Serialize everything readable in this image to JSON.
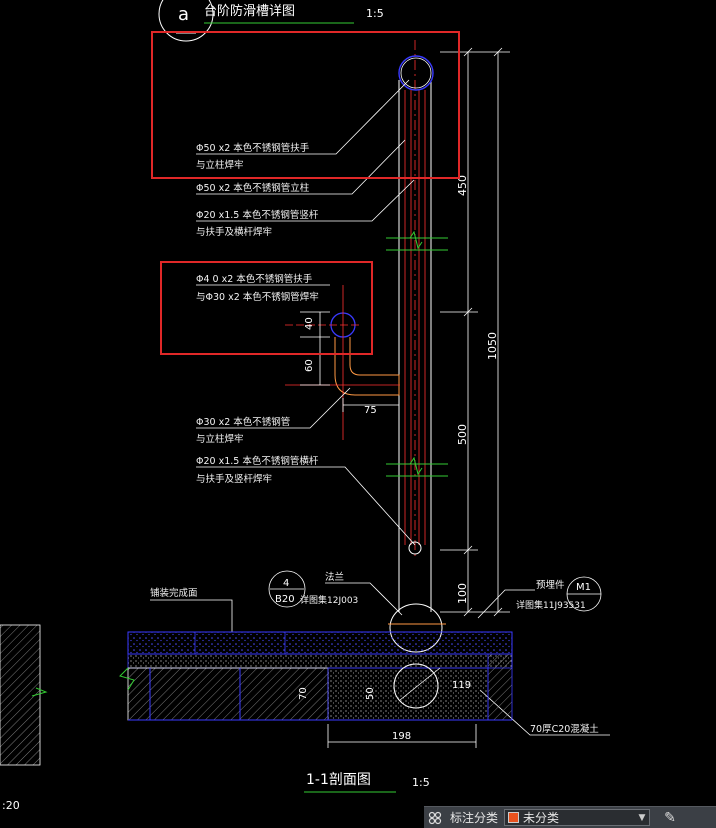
{
  "drawing": {
    "title": "台阶防滑槽详图",
    "title_scale": "1:5",
    "title_circle": "a",
    "section_title": "1-1剖面图",
    "section_scale": "1:5",
    "left_scale_fragment": ":20",
    "annotations": {
      "handrail_1": "Φ50 x2 本色不锈钢管扶手",
      "handrail_1b": "与立柱焊牢",
      "post": "Φ50 x2 本色不锈钢管立柱",
      "rail_1": "Φ20 x1.5 本色不锈钢管竖杆",
      "rail_1b": "与扶手及横杆焊牢",
      "handrail_2": "Φ4 0 x2 本色不锈钢管扶手",
      "handrail_2b": "与Φ30 x2 本色不锈钢管焊牢",
      "pipe_30": "Φ30 x2 本色不锈钢管",
      "pipe_30b": "与立柱焊牢",
      "rail_2": "Φ20 x1.5 本色不锈钢管横杆",
      "rail_2b": "与扶手及竖杆焊牢",
      "paving": "铺装完成面",
      "flange": "法兰",
      "flange_ref_num": "4",
      "flange_ref_code": "B20",
      "flange_ref_atlas": "详图集12J003",
      "embed": "预埋件",
      "embed_ref": "M1",
      "embed_atlas": "详图集11J93531",
      "concrete": "70厚C20混凝土"
    },
    "dimensions": {
      "d450": "450",
      "d1050": "1050",
      "d500": "500",
      "d100": "100",
      "d40": "40",
      "d60": "60",
      "d75": "75",
      "d50": "50",
      "d70": "70",
      "d119": "119",
      "d198": "198"
    }
  },
  "toolbar": {
    "label": "标注分类",
    "selected": "未分类",
    "swatch_color": "#e8521f"
  },
  "colors": {
    "highlight": "#e02828",
    "cad_white": "#ffffff",
    "cad_blue": "#3a3aff",
    "cad_red": "#ff3030",
    "cad_green": "#33cc33",
    "cad_text": "#f2f2f2"
  }
}
